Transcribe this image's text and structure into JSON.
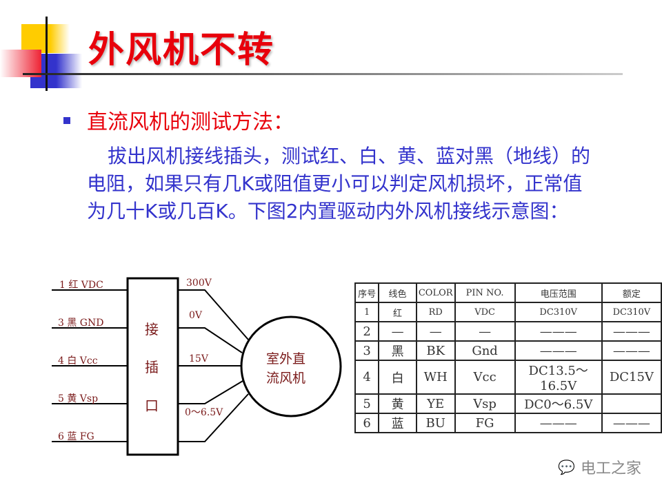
{
  "title": "外风机不转",
  "heading": "直流风机的测试方法：",
  "paragraph": "拔出风机接线插头，测试红、白、黄、蓝对黑（地线）的电阻，如果只有几K或阻值更小可以判定风机损坏，正常值为几十K或几百K。下图2内置驱动内外风机接线示意图：",
  "diagram": {
    "pins": [
      "1 红 VDC",
      "3 黑 GND",
      "4 白 Vcc",
      "5 黄 Vsp",
      "6 蓝 FG"
    ],
    "connector": [
      "接",
      "插",
      "口"
    ],
    "voltages": [
      "300V",
      "0V",
      "15V",
      "0～6.5V"
    ],
    "motor": [
      "室外直",
      "流风机"
    ]
  },
  "table": {
    "headers": [
      "序号",
      "线色",
      "COLOR",
      "PIN NO.",
      "电压范围",
      "额定"
    ],
    "rows": [
      [
        "1",
        "红",
        "RD",
        "VDC",
        "DC310V",
        "DC310V"
      ],
      [
        "2",
        "—",
        "—",
        "—",
        "———",
        "———"
      ],
      [
        "3",
        "黑",
        "BK",
        "Gnd",
        "———",
        "———"
      ],
      [
        "4",
        "白",
        "WH",
        "Vcc",
        "DC13.5～16.5V",
        "DC15V"
      ],
      [
        "5",
        "黄",
        "YE",
        "Vsp",
        "DC0～6.5V",
        ""
      ],
      [
        "6",
        "蓝",
        "BU",
        "FG",
        "———",
        "———"
      ]
    ]
  },
  "watermark": "电工之家",
  "colors": {
    "title": "#e8000b",
    "text": "#3333cc"
  }
}
